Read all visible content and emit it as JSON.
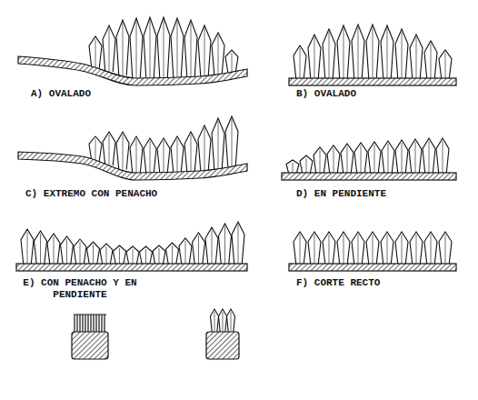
{
  "diagram": {
    "labels": [
      "A) OVALADO",
      "B) OVALADO",
      "C) EXTREMO CON PENACHO",
      "D) EN PENDIENTE",
      "E) CON PENACHO Y EN PENDIENTE",
      "F) CORTE RECTO"
    ]
  }
}
